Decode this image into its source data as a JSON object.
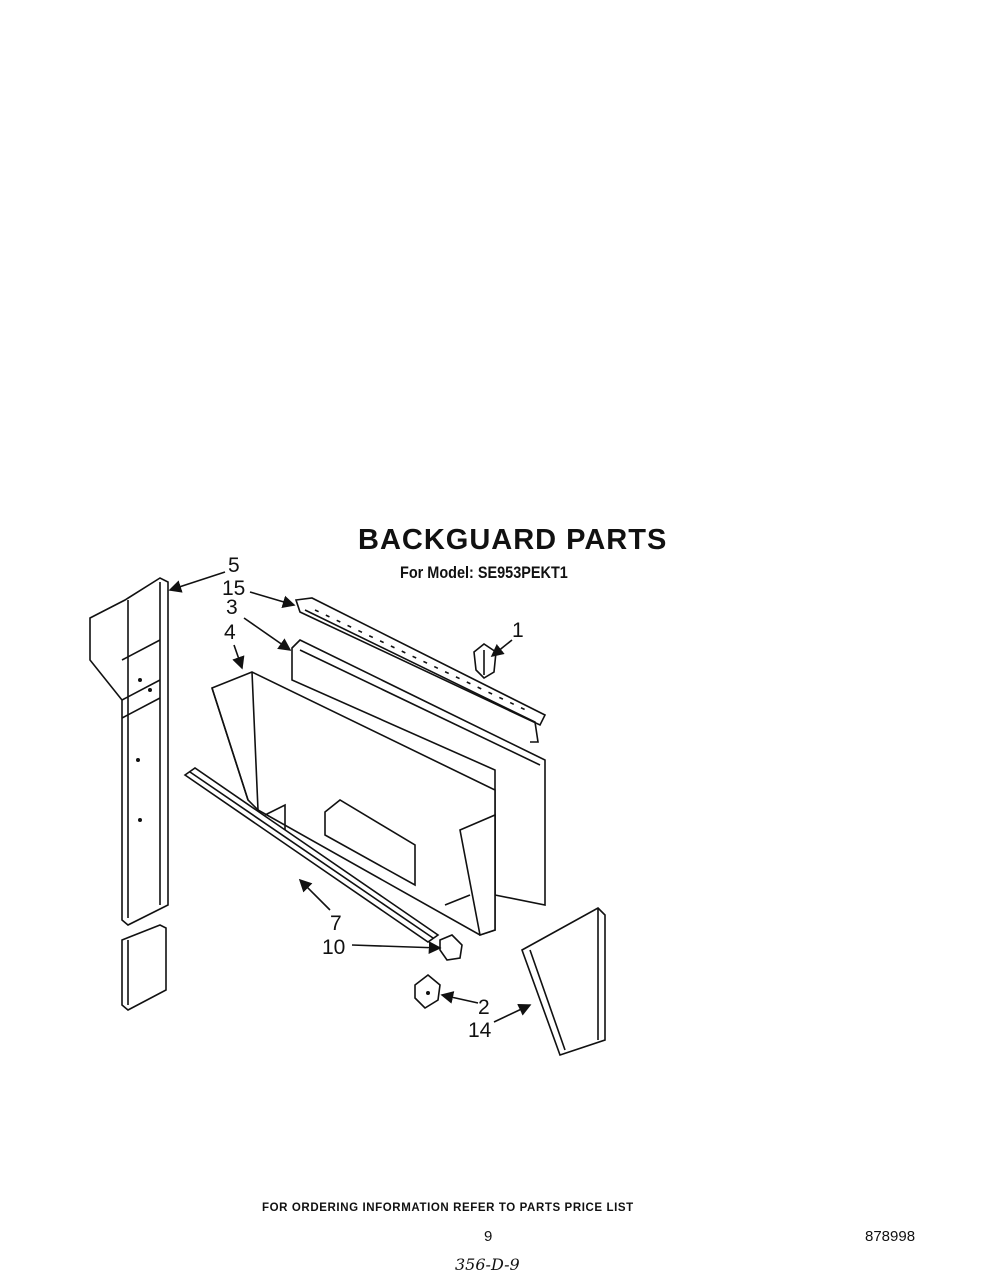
{
  "header": {
    "title": "BACKGUARD PARTS",
    "subtitle": "For Model: SE953PEKT1"
  },
  "callouts": {
    "c1": "1",
    "c2": "2",
    "c3": "3",
    "c4": "4",
    "c5": "5",
    "c7": "7",
    "c10": "10",
    "c14": "14",
    "c15": "15"
  },
  "footer": {
    "ordering_note": "FOR ORDERING INFORMATION REFER TO PARTS PRICE LIST",
    "page_number": "9",
    "document_number": "878998",
    "handwritten_note": "356-D-9"
  }
}
